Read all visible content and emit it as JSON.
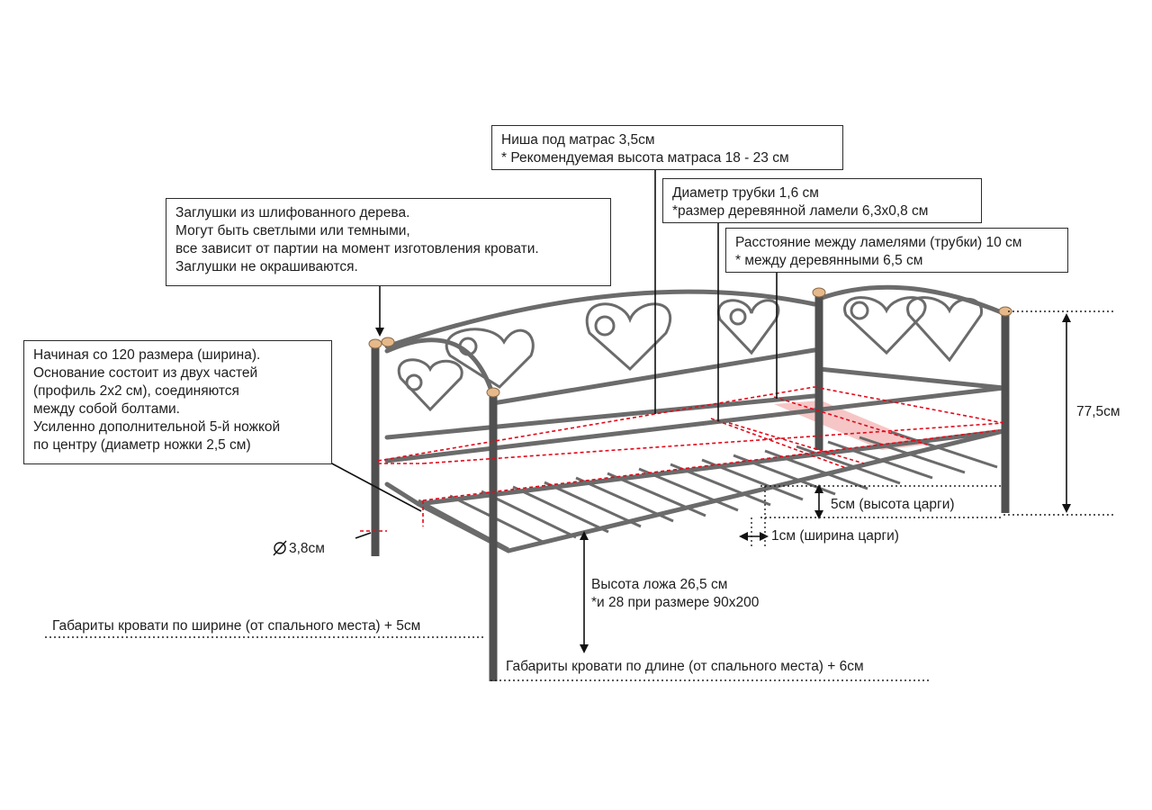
{
  "colors": {
    "frame": "#6b6b6b",
    "frame_dark": "#505050",
    "wood": "#e6b98a",
    "dims": "#e20a1a",
    "slat_highlight": "#f4b8b8"
  },
  "callouts": {
    "caps": {
      "line1": "Заглушки из шлифованного дерева.",
      "line2": "Могут быть светлыми или темными,",
      "line3": "все зависит от партии на момент изготовления кровати.",
      "line4": "Заглушки не окрашиваются."
    },
    "niche": {
      "line1": "Ниша под матрас 3,5см",
      "line2": "* Рекомендуемая высота матраса 18 - 23 см"
    },
    "tube": {
      "line1": "Диаметр трубки 1,6 см",
      "line2": "*размер деревянной ламели 6,3х0,8 см"
    },
    "spacing": {
      "line1": "Расстояние между ламелями (трубки) 10 см",
      "line2": "* между деревянными 6,5 см"
    },
    "base": {
      "line1": "Начиная со 120 размера (ширина).",
      "line2": "Основание состоит из двух частей",
      "line3": "(профиль 2х2 см), соединяются",
      "line4": "между собой болтами.",
      "line5": "Усиленно дополнительной 5-й ножкой",
      "line6": "по центру (диаметр ножки 2,5 см)"
    }
  },
  "labels": {
    "leg_diameter": "3,8см",
    "height_total": "77,5см",
    "rail_height": "5см (высота царги)",
    "rail_width": "1см (ширина царги)",
    "bed_height_1": "Высота ложа 26,5 см",
    "bed_height_2": "*и 28 при размере 90х200",
    "width_overall": "Габариты кровати по ширине (от спального места) + 5см",
    "length_overall": "Габариты кровати по длине (от спального места) + 6см"
  }
}
